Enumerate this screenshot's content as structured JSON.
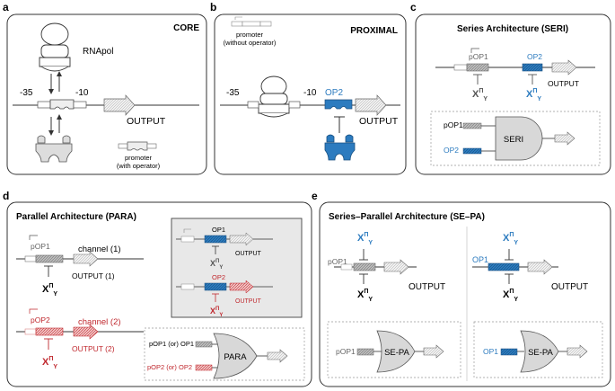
{
  "colors": {
    "blue": "#2c7bbf",
    "red": "#c0282e",
    "grey_gene": "#9e9e9e",
    "panel_border": "#333333",
    "inset_fill": "#e8e8e8"
  },
  "panel_a": {
    "letter": "a",
    "title": "CORE",
    "rnapol": "RNApol",
    "minus35": "-35",
    "minus10": "-10",
    "output": "OUTPUT",
    "legend_line1": "promoter",
    "legend_line2": "(with operator)"
  },
  "panel_b": {
    "letter": "b",
    "title": "PROXIMAL",
    "legend_line1": "promoter",
    "legend_line2": "(without operator)",
    "minus35": "-35",
    "minus10": "-10",
    "op2": "OP2",
    "output": "OUTPUT"
  },
  "panel_c": {
    "letter": "c",
    "title": "Series Architecture (SERI)",
    "pop1": "pOP1",
    "op2": "OP2",
    "x_left": "X",
    "x_right": "X",
    "sup": "Π",
    "sub": "Y",
    "output": "OUTPUT",
    "gate_in1": "pOP1",
    "gate_in2": "OP2",
    "gate": "SERI"
  },
  "panel_d": {
    "letter": "d",
    "title": "Parallel Architecture (PARA)",
    "pop1": "pOP1",
    "channel1": "channel (1)",
    "output1": "OUTPUT (1)",
    "x": "X",
    "sup": "Π",
    "sub": "Y",
    "pop2": "pOP2",
    "channel2": "channel (2)",
    "output2": "OUTPUT (2)",
    "inset_op1": "OP1",
    "inset_output": "OUTPUT",
    "inset_op2": "OP2",
    "gate_in1": "pOP1 (or) OP1",
    "gate_in2": "pOP2 (or) OP2",
    "gate": "PARA"
  },
  "panel_e": {
    "letter": "e",
    "title": "Series–Parallel Architecture (SE–PA)",
    "x": "X",
    "sup": "Π",
    "sub": "Y",
    "pop1": "pOP1",
    "op1": "OP1",
    "output": "OUTPUT",
    "gate": "SE-PA"
  }
}
